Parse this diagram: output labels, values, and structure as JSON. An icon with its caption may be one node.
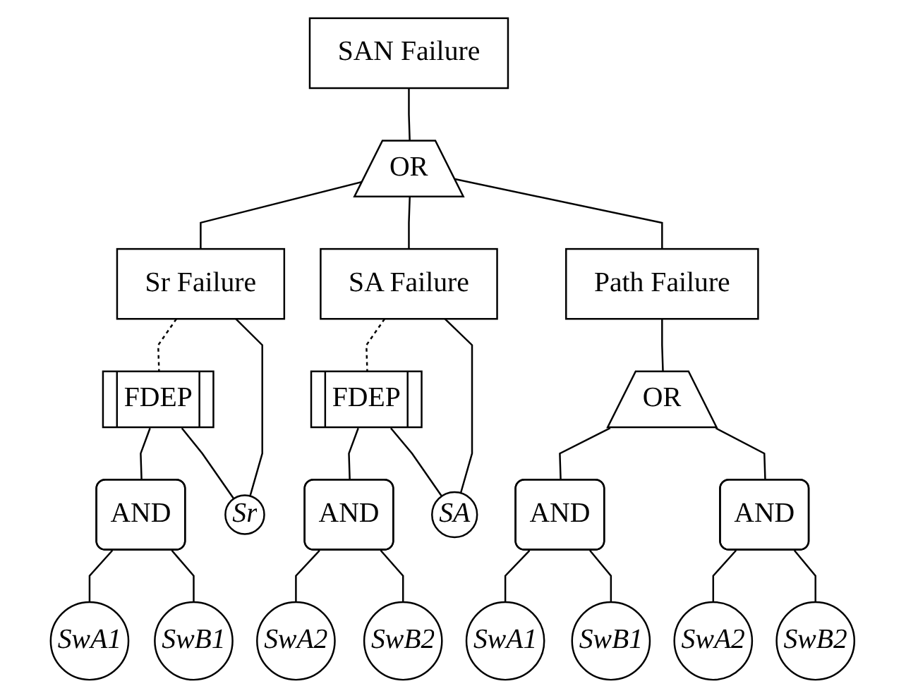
{
  "diagram": {
    "nodes": [
      {
        "text": [
          "SAN Failure"
        ]
      },
      {
        "text": [
          "OR"
        ]
      },
      {
        "text": [
          "Sr Failure"
        ]
      },
      {
        "text": [
          "SA Failure"
        ]
      },
      {
        "text": [
          "Path Failure"
        ]
      },
      {
        "text": [
          "FDEP"
        ]
      },
      {
        "text": [
          "AND"
        ]
      },
      {
        "text": [
          "Sr"
        ]
      },
      {
        "text": [
          "SwA1"
        ]
      },
      {
        "text": [
          "SwB1"
        ]
      },
      {
        "text": [
          "FDEP"
        ]
      },
      {
        "text": [
          "AND"
        ]
      },
      {
        "text": [
          "SA"
        ]
      },
      {
        "text": [
          "SwA2"
        ]
      },
      {
        "text": [
          "SwB2"
        ]
      },
      {
        "text": [
          "OR"
        ]
      },
      {
        "text": [
          "AND"
        ]
      },
      {
        "text": [
          "AND"
        ]
      },
      {
        "text": [
          "SwA1"
        ]
      },
      {
        "text": [
          "SwB1"
        ]
      },
      {
        "text": [
          "SwA2"
        ]
      },
      {
        "text": [
          "SwB2"
        ]
      }
    ],
    "edges": [
      {
        "from": 0,
        "to": 1,
        "arrow": "none"
      },
      {
        "from": 1,
        "to": 2,
        "arrow": "none"
      },
      {
        "from": 1,
        "to": 3,
        "arrow": "none"
      },
      {
        "from": 1,
        "to": 4,
        "arrow": "none"
      },
      {
        "from": 2,
        "to": 5,
        "arrow": "none",
        "style": "dashed"
      },
      {
        "from": 2,
        "to": 7,
        "arrow": "none"
      },
      {
        "from": 5,
        "to": 6,
        "arrow": "none"
      },
      {
        "from": 5,
        "to": 7,
        "arrow": "none"
      },
      {
        "from": 6,
        "to": 8,
        "arrow": "none"
      },
      {
        "from": 6,
        "to": 9,
        "arrow": "none"
      },
      {
        "from": 3,
        "to": 10,
        "arrow": "none",
        "style": "dashed"
      },
      {
        "from": 3,
        "to": 12,
        "arrow": "none"
      },
      {
        "from": 10,
        "to": 11,
        "arrow": "none"
      },
      {
        "from": 10,
        "to": 12,
        "arrow": "none"
      },
      {
        "from": 11,
        "to": 13,
        "arrow": "none"
      },
      {
        "from": 11,
        "to": 14,
        "arrow": "none"
      },
      {
        "from": 4,
        "to": 15,
        "arrow": "none"
      },
      {
        "from": 15,
        "to": 16,
        "arrow": "none"
      },
      {
        "from": 15,
        "to": 17,
        "arrow": "none"
      },
      {
        "from": 16,
        "to": 18,
        "arrow": "none"
      },
      {
        "from": 16,
        "to": 19,
        "arrow": "none"
      },
      {
        "from": 17,
        "to": 20,
        "arrow": "none"
      },
      {
        "from": 17,
        "to": 21,
        "arrow": "none"
      }
    ]
  }
}
